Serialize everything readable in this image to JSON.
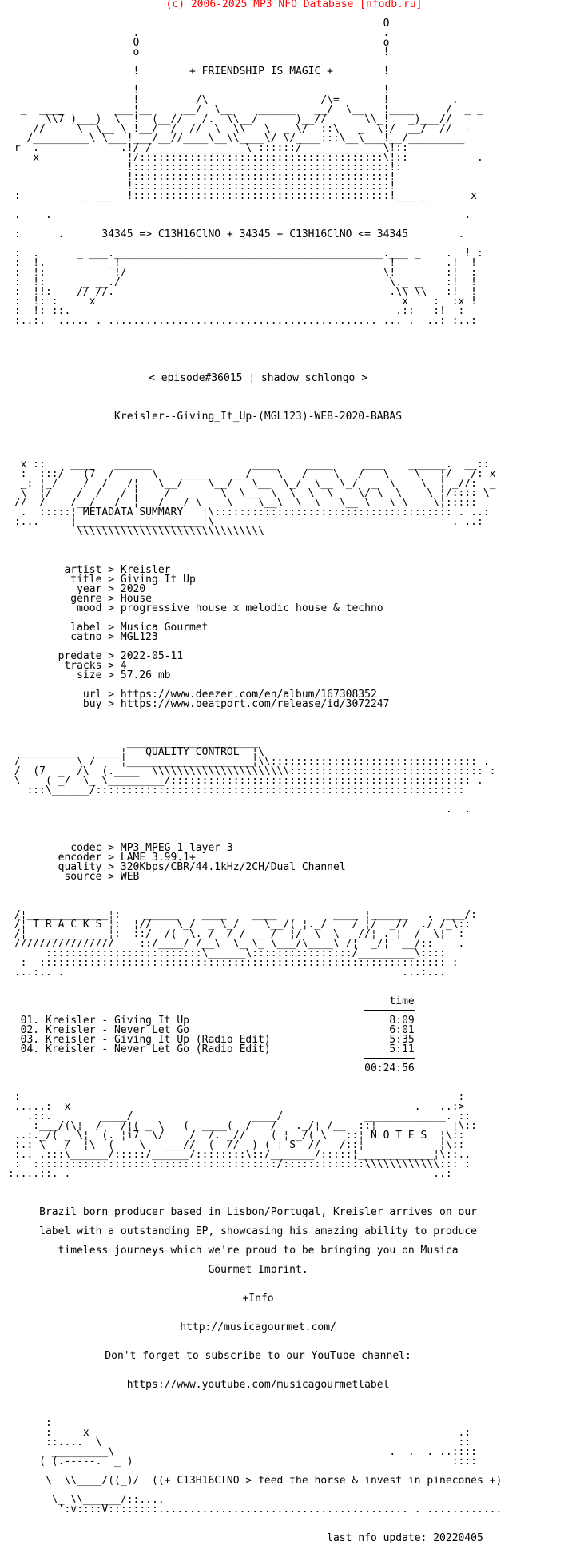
{
  "header": {
    "text": "(c) 2006-2025 MP3 NFO Database [nfodb.ru]",
    "color": "#ff0000"
  },
  "top": {
    "motto": "+ FRIENDSHIP IS MAGIC +",
    "motto_line": "                    !        + FRIENDSHIP IS MAGIC +        !",
    "formula": "34345 => C13H16ClNO + 34345 + C13H16ClNO <= 34345",
    "formula_line": " :      .      34345 => C13H16ClNO + 34345 + C13H16ClNO <= 34345        ."
  },
  "release": {
    "episode_line": "< episode#36015 ¦ shadow schlongo >",
    "release_name": "Kreisler--Giving_It_Up-(MGL123)-WEB-2020-BABAS"
  },
  "metadata": {
    "section_title": "METADATA SUMMARY",
    "groups": [
      [
        {
          "label": "artist",
          "value": "Kreisler"
        },
        {
          "label": "title",
          "value": "Giving It Up"
        },
        {
          "label": "year",
          "value": "2020"
        },
        {
          "label": "genre",
          "value": "House"
        },
        {
          "label": "mood",
          "value": "progressive house x melodic house & techno"
        }
      ],
      [
        {
          "label": "label",
          "value": "Musica Gourmet"
        },
        {
          "label": "catno",
          "value": "MGL123"
        }
      ],
      [
        {
          "label": "predate",
          "value": "2022-05-11"
        },
        {
          "label": "tracks",
          "value": "4"
        },
        {
          "label": "size",
          "value": "57.26 mb"
        }
      ],
      [
        {
          "label": "url",
          "value": "https://www.deezer.com/en/album/167308352"
        },
        {
          "label": "buy",
          "value": "https://www.beatport.com/release/id/3072247"
        }
      ]
    ]
  },
  "quality": {
    "section_title": "QUALITY CONTROL",
    "groups": [
      [
        {
          "label": "codec",
          "value": "MP3 MPEG 1 layer 3"
        },
        {
          "label": "encoder",
          "value": "LAME 3.99.1+"
        },
        {
          "label": "quality",
          "value": "320Kbps/CBR/44.1kHz/2CH/Dual Channel"
        },
        {
          "label": "source",
          "value": "WEB"
        }
      ]
    ]
  },
  "tracks": {
    "section_title": "TRACKS",
    "time_header": "time",
    "rule": "────────",
    "items": [
      {
        "num": "01",
        "title": "Kreisler - Giving It Up",
        "time": "8:09"
      },
      {
        "num": "02",
        "title": "Kreisler - Never Let Go",
        "time": "6:01"
      },
      {
        "num": "03",
        "title": "Kreisler - Giving It Up (Radio Edit)",
        "time": "5:35"
      },
      {
        "num": "04",
        "title": "Kreisler - Never Let Go (Radio Edit)",
        "time": "5:11"
      }
    ],
    "total_time": "00:24:56"
  },
  "notes": {
    "section_title": "NOTES",
    "paragraph": [
      "Brazil born producer based in Lisbon/Portugal, Kreisler arrives on our",
      "label with a outstanding EP, showcasing his amazing ability to produce",
      "timeless journeys which we're proud to be bringing you on Musica",
      "Gourmet Imprint."
    ],
    "info_label": "+Info",
    "website": "http://musicagourmet.com/",
    "youtube_cta": "Don't forget to subscribe to our YouTube channel:",
    "youtube_url": "https://www.youtube.com/musicagourmetlabel"
  },
  "footer": {
    "slogan": "((+ C13H16ClNO > feed the horse & invest in pinecones +)",
    "slogan_line": "      \\  \\\\____/((_)/  ((+ C13H16ClNO > feed the horse & invest in pinecones +)",
    "last_update": "last nfo update: 20220405"
  },
  "art": {
    "intro": [
      "",
      "                                                            O",
      "                    .                                       .",
      "                    O                                       o",
      "                    o                                       !"
    ],
    "mountains": [
      "                    !                                       !",
      "                    !         /\\                  /\\=       !          .",
      "  _  ____        ___!__     __/  \\__    ______   __/  \\__   !____     /  _ _",
      "      \\\\7 )___)  \\  !  (__//   /.  \\\\__/      )__//      \\\\_!   _)___//",
      "    //     \\  \\__ \\ !__/  /  //  \\  \\\\   \\  _ \\/  ::\\   _  \\!/  __/  //  - -",
      "   /_________\\ \\___!___/__//____\\__\\\\____\\/ \\/____:::\\__\\___!__/_________",
      " r  .             .!/ /_______________\\ ::::::/_____________\\!::",
      "    x              !/:::::::::::::::::::::::::::::::::::::::\\!::           .",
      "                   !:::::::::::::::::::::::::::::::::::::::::!:",
      "                   !:::::::::::::::::::::::::::::::::::::::::!",
      "                   !:::::::::::::::::::::::::::::::::::::::::!",
      " :          _ ___  !:::::::::::::::::::::::::::::::::::::::::!___ _       x",
      "",
      " .    .                                                                  .",
      ""
    ],
    "castle": [
      " :  .      _ ___.___________________________________________.___ _    .  ! :",
      " :  !.          _!_                                         _!_       .!  !",
      " :  !:           !/                                         \\!        :!  :",
      " :  !:      _ __./                                           \\._ _    :!  !",
      " :  !!:    // //.                                            .\\\\ \\\\   :!  !",
      " :  !: :     x                                                 x    :  :x !",
      " :  !: ::.                                                    .::   :!  :",
      " :..:.  ..... . ........................................... ... .  ..: :..:",
      "",
      ""
    ],
    "metadata_banner": [
      "  x ::    ___    ______                ____     ____     ___    ______.  __::",
      "  :  :::/   (7  /      \\    ____    __/    \\   /    \\   /   \\    \\   ¦/  _/: x",
      "  _: ¦_/    /  /   /¦   \\__/    \\__/   \\__  \\_/  \\__ \\_/  _  \\    \\  ¦ _//:  _",
      " _\\  ¦/    /  /   / ¦    /   _    \\  \\__  \\  \\  \\  \\__  \\/ \\  \\    \\ ¦/:::: \\",
      " //  /    /__/   /  ¦   /   / \\    \\    \\__\\  \\  \\   \\__ \\   \\ \\    \\¦:::::",
      "  .  :::::¦ METADATA SUMMARY   ¦\\:::::::::::::::::::::::::::::::::::::: . ..:",
      " :...     ¦____________________¦\\                                      . ..:",
      "           \\\\\\\\\\\\\\\\\\\\\\\\\\\\\\\\\\\\\\\\\\\\\\\\\\\\\\\\\\\\"
    ],
    "quality_banner": [
      "                   _____________________",
      "  _________   ____¦   QUALITY CONTROL  ¦\\",
      " /         \\ /    ¦____________________¦\\\\::::::::::::::::::::::::::::::::: .",
      " /  (7  _  /\\  (.____  \\\\\\\\\\\\\\\\\\\\\\\\\\\\\\\\\\\\\\\\\\\\::::::::::::::::::::::::::::::: :",
      " \\    ( _/  \\_ \\_________/:::::::::::::::::::::::::::::::::::::::::::::::: .",
      "   :::\\______/:::::::::::::::::::::::::::::::::::::::::::::::::::::::::::",
      "",
      "                                                                      .  ."
    ],
    "tracks_banner": [
      " /¦_____________¦:    _____    ____    ____         ____ ¦______   .  ___/:",
      " /¦ T R A C K S ¦:  ¦//    \\_/  _ \\_/    \\__/( ¦._/    / ¦/  _//  ./ /_\\::",
      " /¦_____________¦:  ::/  /(  \\. /  / /  _ /  ¦/  \\  \\  _//¦ ._¦  /  \\¦  :",
      " ////////////////    ::/____/ /__\\  \\_ \\_ \\___/\\____\\ /¦  _/¦  __/::    .",
      "      :::::::::::::::::::::::::\\______\\::::::::::::::::/_________\\::::",
      "  :  ::::::::::::::::::::::::::::::::::::::::::::::::::::::::::::::::: :",
      " ...:.. .                                                      ...:..."
    ],
    "notes_banner": [
      " :                                                                      :",
      " .....:  x                                                       .   ..:>",
      "   .::.        ____/                   ____/             _____________. ::",
      "    :___/(\\¦  /   /¦( _ \\   (  ____(  /   /   ._/¦ /__  ::¦            ¦\\::",
      " ..:._/( _ \\¦  (. ¦i7  \\/    /  /. _//    ( ¦ _/( \\   ::¦ N O T E S  ¦\\::",
      " :.: \\  _/  ¦\\  (    \\   ___//  (  //  ) ( ¦ S  //   /::¦            ¦\\::",
      " :.. .:::\\______/:::::/______/::::::::\\::/_______/:::::¦____________¦\\::..",
      " :  :::::::::::::::::::::::::::::::::::::::/:::::::::::::\\\\\\\\\\\\\\\\\\\\\\\\::: :",
      ":....::. .                                                          ..:"
    ],
    "footer_top": [
      "      :",
      "      :     x                                                           .:",
      "      ::....  \\                                                         ::",
      "       _________\\                                            .  .  . ..::::",
      "     ( (.-----.  _ )                                                   ::::"
    ],
    "footer_bottom": [
      "       \\_ \\\\______/::....",
      "        ':v::::V::::::::........................................ . ............"
    ]
  }
}
